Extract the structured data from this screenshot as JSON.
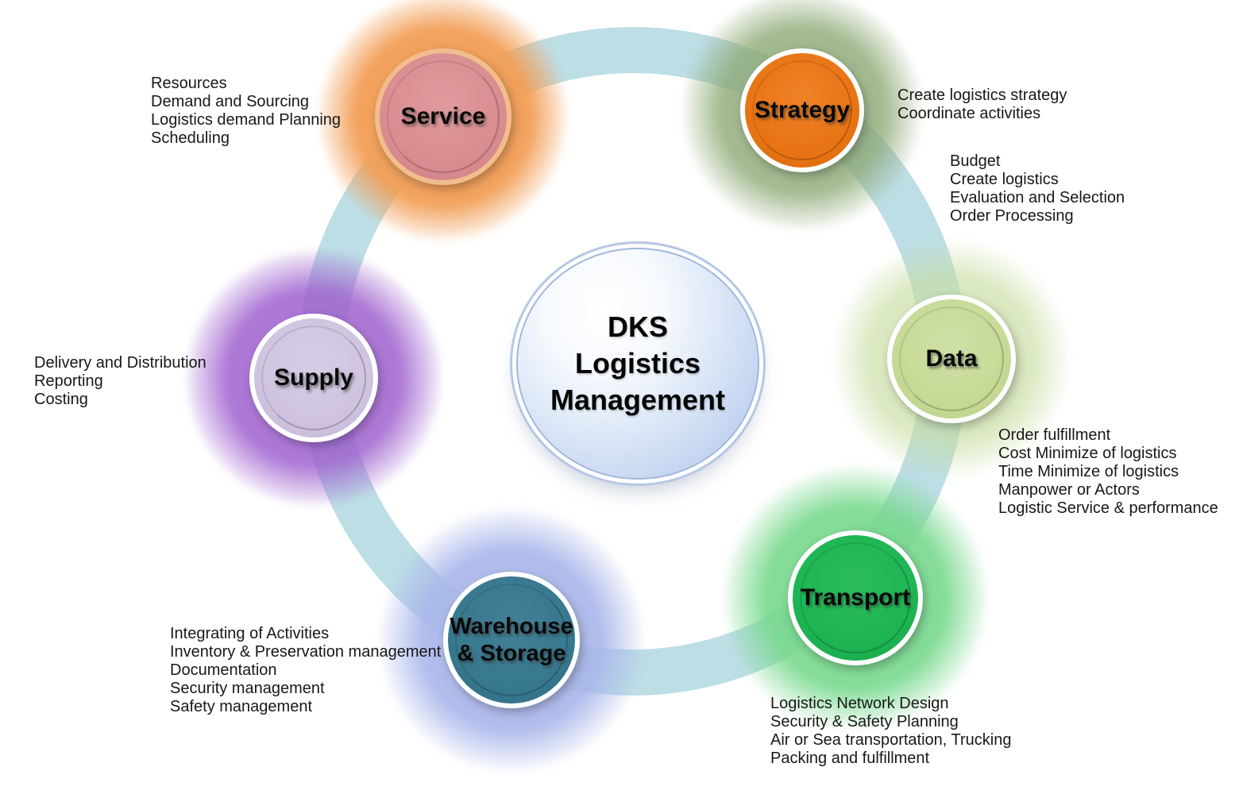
{
  "center": {
    "lines": [
      "DKS",
      "Logistics",
      "Management"
    ]
  },
  "nodes": {
    "service": {
      "label": "Service",
      "notes": [
        "Resources",
        "Demand and Sourcing",
        "Logistics demand Planning",
        "Scheduling"
      ]
    },
    "strategy": {
      "label": "Strategy",
      "notes_top": [
        "Create logistics strategy",
        "Coordinate activities"
      ],
      "notes_bottom": [
        "Budget",
        "Create logistics",
        "Evaluation and Selection",
        "Order Processing"
      ]
    },
    "supply": {
      "label": "Supply",
      "notes": [
        "Delivery and Distribution",
        "Reporting",
        "Costing"
      ]
    },
    "data": {
      "label": "Data",
      "notes": [
        "Order fulfillment",
        "Cost Minimize of logistics",
        "Time Minimize of logistics",
        "Manpower or Actors",
        "Logistic Service & performance"
      ]
    },
    "warehouse": {
      "label_line1": "Warehouse",
      "label_line2": "& Storage",
      "notes": [
        "Integrating of Activities",
        "Inventory & Preservation management",
        "Documentation",
        "Security management",
        "Safety management"
      ]
    },
    "transport": {
      "label": "Transport",
      "notes": [
        "Logistics Network Design",
        "Security & Safety Planning",
        "Air or Sea transportation, Trucking",
        "Packing and fulfillment"
      ]
    }
  },
  "colors": {
    "ring": "#bedee6",
    "center_fill_top": "#ffffff",
    "center_fill_bottom": "#b4c9ec",
    "service_fill": "#d98d90",
    "service_ring": "#f2bd8d",
    "service_glow": "#f29d54",
    "strategy_fill": "#e87414",
    "strategy_glow": "#8ca874",
    "supply_fill": "#cfc4df",
    "supply_glow": "#9e60ce",
    "data_fill": "#c6da96",
    "data_glow": "#c6dda0",
    "warehouse_fill": "#37798f",
    "warehouse_glow": "#a8b5ea",
    "transport_fill": "#1eb554",
    "transport_glow": "#76d88c"
  }
}
